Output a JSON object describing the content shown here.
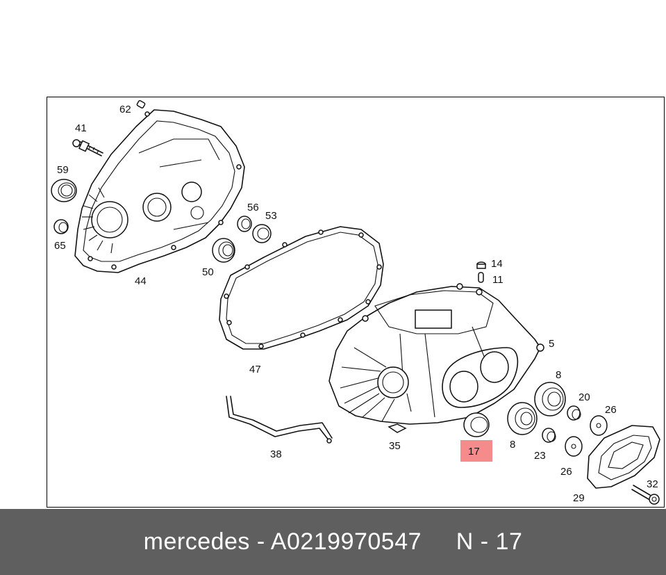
{
  "diagram": {
    "labels": {
      "p62": "62",
      "p41": "41",
      "p59": "59",
      "p65": "65",
      "p44": "44",
      "p56": "56",
      "p53": "53",
      "p50": "50",
      "p47": "47",
      "p14": "14",
      "p11": "11",
      "p5": "5",
      "p8a": "8",
      "p8b": "8",
      "p20": "20",
      "p26a": "26",
      "p26b": "26",
      "p23": "23",
      "p17": "17",
      "p35": "35",
      "p38": "38",
      "p29": "29",
      "p32": "32"
    },
    "highlight_color": "#f58b8b"
  },
  "caption": {
    "text": "mercedes - A0219970547     N - 17"
  },
  "colors": {
    "caption_bg": "#5f5f5f",
    "caption_fg": "#ffffff"
  }
}
